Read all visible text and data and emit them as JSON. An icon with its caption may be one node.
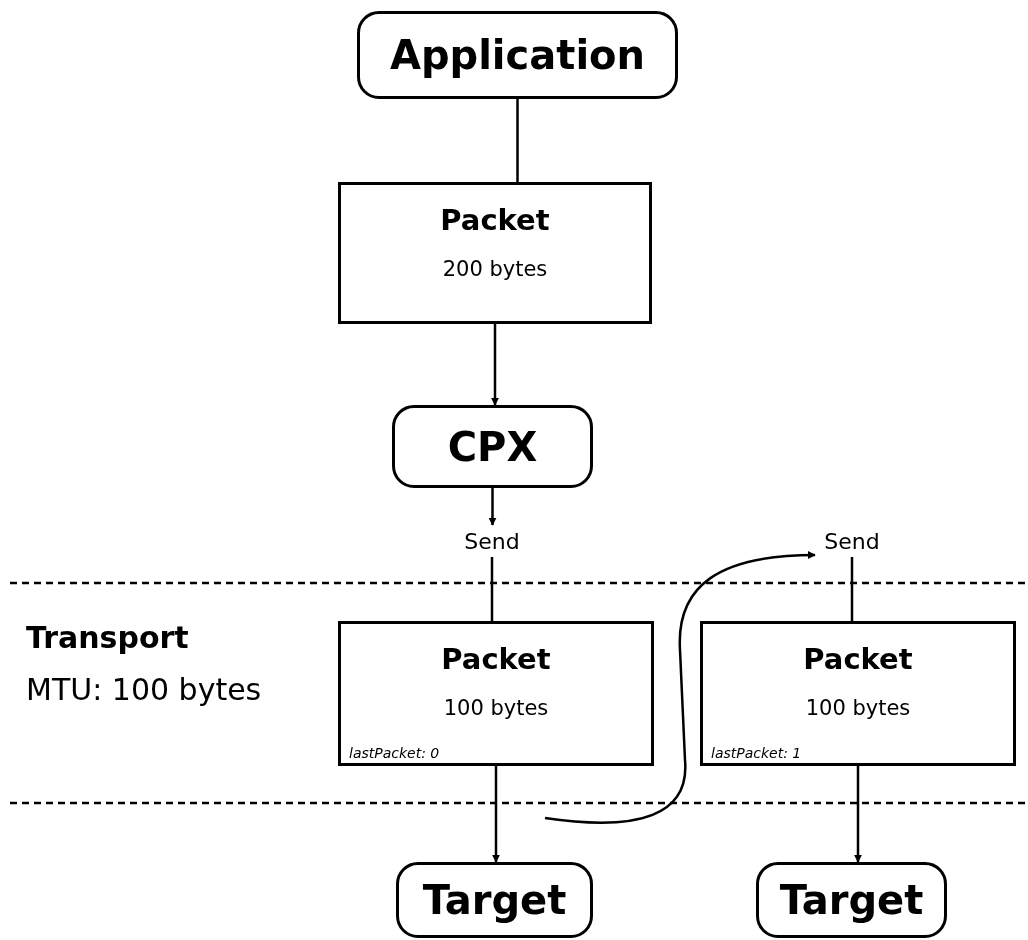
{
  "diagram": {
    "nodes": [
      {
        "text": [
          "Application"
        ]
      },
      {
        "text": [
          "Packet",
          "200 bytes"
        ]
      },
      {
        "text": [
          "CPX"
        ]
      },
      {
        "text": [
          "Send"
        ]
      },
      {
        "text": [
          "Send"
        ]
      },
      {
        "text": [
          "Packet",
          "100 bytes",
          "lastPacket: 0"
        ]
      },
      {
        "text": [
          "Packet",
          "100 bytes",
          "lastPacket: 1"
        ]
      },
      {
        "text": [
          "Target"
        ]
      },
      {
        "text": [
          "Target"
        ]
      }
    ],
    "edges": [
      {
        "from": 0,
        "to": 1,
        "arrow": "none"
      },
      {
        "from": 1,
        "to": 2,
        "arrow": "to"
      },
      {
        "from": 2,
        "to": 3,
        "arrow": "to"
      },
      {
        "from": 3,
        "to": 5,
        "arrow": "none"
      },
      {
        "from": 5,
        "to": 7,
        "arrow": "to"
      },
      {
        "from": null,
        "to": 4,
        "arrow": "to"
      },
      {
        "from": 4,
        "to": 6,
        "arrow": "none"
      },
      {
        "from": 6,
        "to": 8,
        "arrow": "to"
      }
    ],
    "labels": [
      "Transport",
      "MTU: 100 bytes"
    ]
  }
}
